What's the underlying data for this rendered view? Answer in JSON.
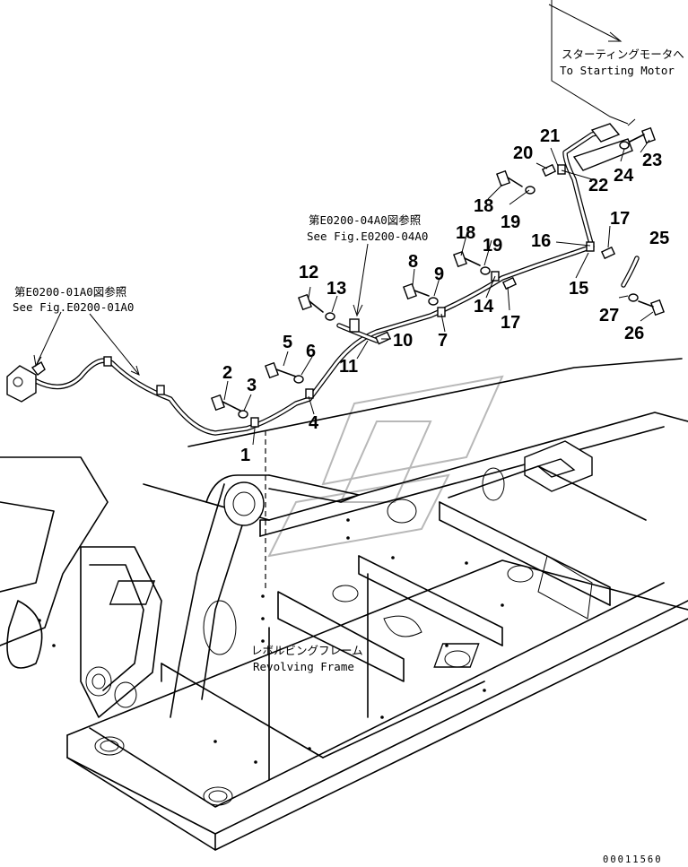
{
  "notes": {
    "starter_jp": "スターティングモータへ",
    "starter_en": "To Starting Motor",
    "ref1_jp": "第E0200-04A0図参照",
    "ref1_en": "See Fig.E0200-04A0",
    "ref2_jp": "第E0200-01A0図参照",
    "ref2_en": "See Fig.E0200-01A0",
    "frame_jp": "レボルビングフレーム",
    "frame_en": "Revolving Frame"
  },
  "callouts": [
    "1",
    "2",
    "3",
    "4",
    "5",
    "6",
    "7",
    "8",
    "9",
    "10",
    "11",
    "12",
    "13",
    "14",
    "15",
    "16",
    "17",
    "17",
    "18",
    "18",
    "19",
    "19",
    "20",
    "21",
    "22",
    "23",
    "24",
    "25",
    "26",
    "27"
  ],
  "drawing_code": "00011560"
}
